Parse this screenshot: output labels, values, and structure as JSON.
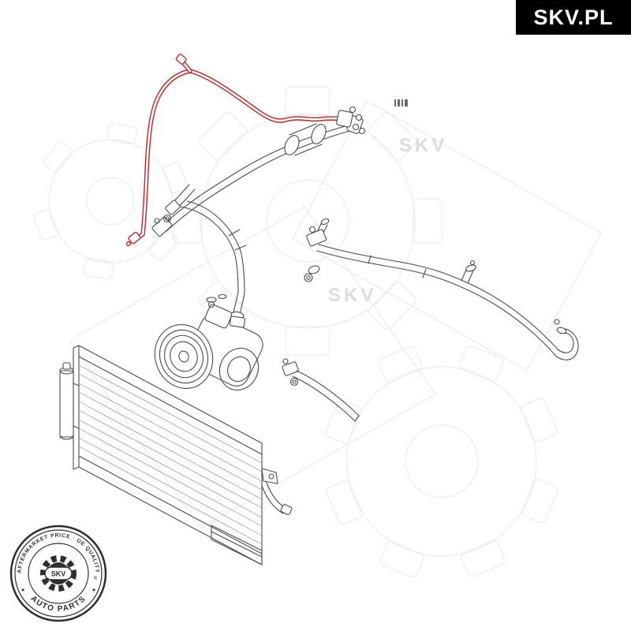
{
  "brand": {
    "logo_text": "SKV.PL"
  },
  "watermark": {
    "text_1": "SKV",
    "text_2": "SKV"
  },
  "stamp": {
    "top_arc": "AFTERMARKET PRICE · OE QUALITY",
    "registered_mark": "®",
    "bottom_arc": "AUTO PARTS",
    "center_label": "SKV",
    "separator_left": "★",
    "separator_right": "★"
  },
  "colors": {
    "highlight_red": "#c1272d",
    "line_gray": "#4a4a4a",
    "watermark_gray": "#ececec",
    "logo_background": "#000000",
    "logo_text": "#ffffff",
    "stamp_ink": "#2e2e2e"
  }
}
